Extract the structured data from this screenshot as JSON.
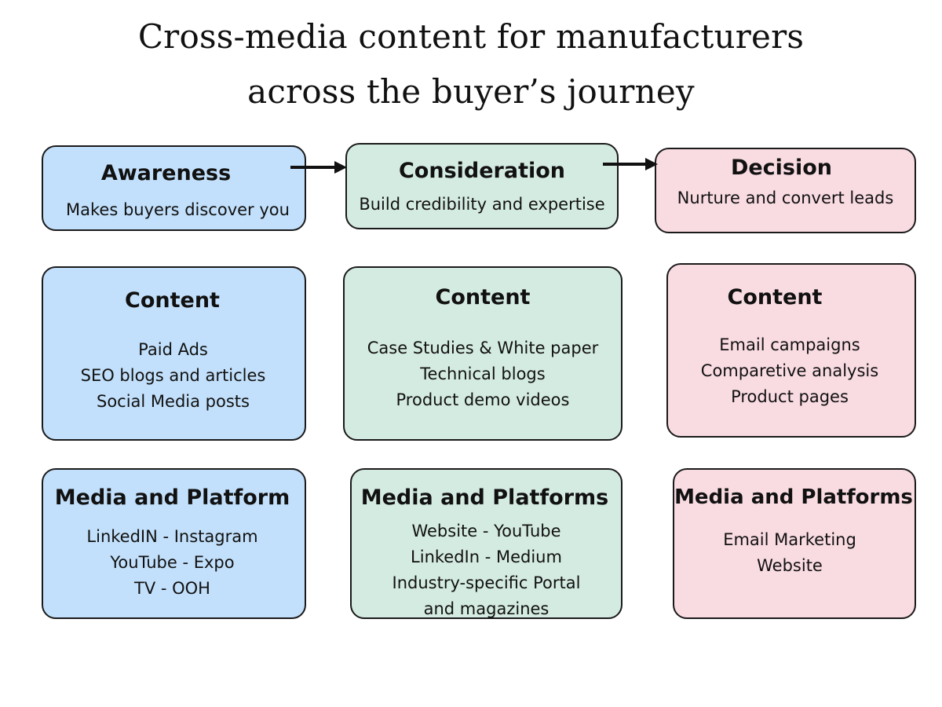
{
  "title": {
    "line1": "Cross-media content for manufacturers",
    "line2": "across the buyer’s journey"
  },
  "colors": {
    "awareness": "#c2e0fb",
    "consideration": "#d4ebe1",
    "decision": "#f9dbe2",
    "border": "#1a1a1a"
  },
  "stages": [
    {
      "name": "Awareness",
      "description": "Makes buyers discover you"
    },
    {
      "name": "Consideration",
      "description": "Build credibility and expertise"
    },
    {
      "name": "Decision",
      "description": "Nurture and convert leads"
    }
  ],
  "content": [
    {
      "heading": "Content",
      "items": [
        "Paid Ads",
        "SEO blogs and articles",
        "Social Media posts"
      ]
    },
    {
      "heading": "Content",
      "items": [
        "Case Studies & White paper",
        "Technical blogs",
        "Product demo videos"
      ]
    },
    {
      "heading": "Content",
      "items": [
        "Email campaigns",
        "Comparetive analysis",
        "Product pages"
      ]
    }
  ],
  "media": [
    {
      "heading": "Media and Platform",
      "items": [
        "LinkedIN - Instagram",
        "YouTube - Expo",
        "TV - OOH"
      ]
    },
    {
      "heading": "Media and Platforms",
      "items": [
        "Website - YouTube",
        "LinkedIn - Medium",
        "Industry-specific Portal",
        "and magazines"
      ]
    },
    {
      "heading": "Media and Platforms",
      "items": [
        "Email Marketing",
        "Website"
      ]
    }
  ]
}
